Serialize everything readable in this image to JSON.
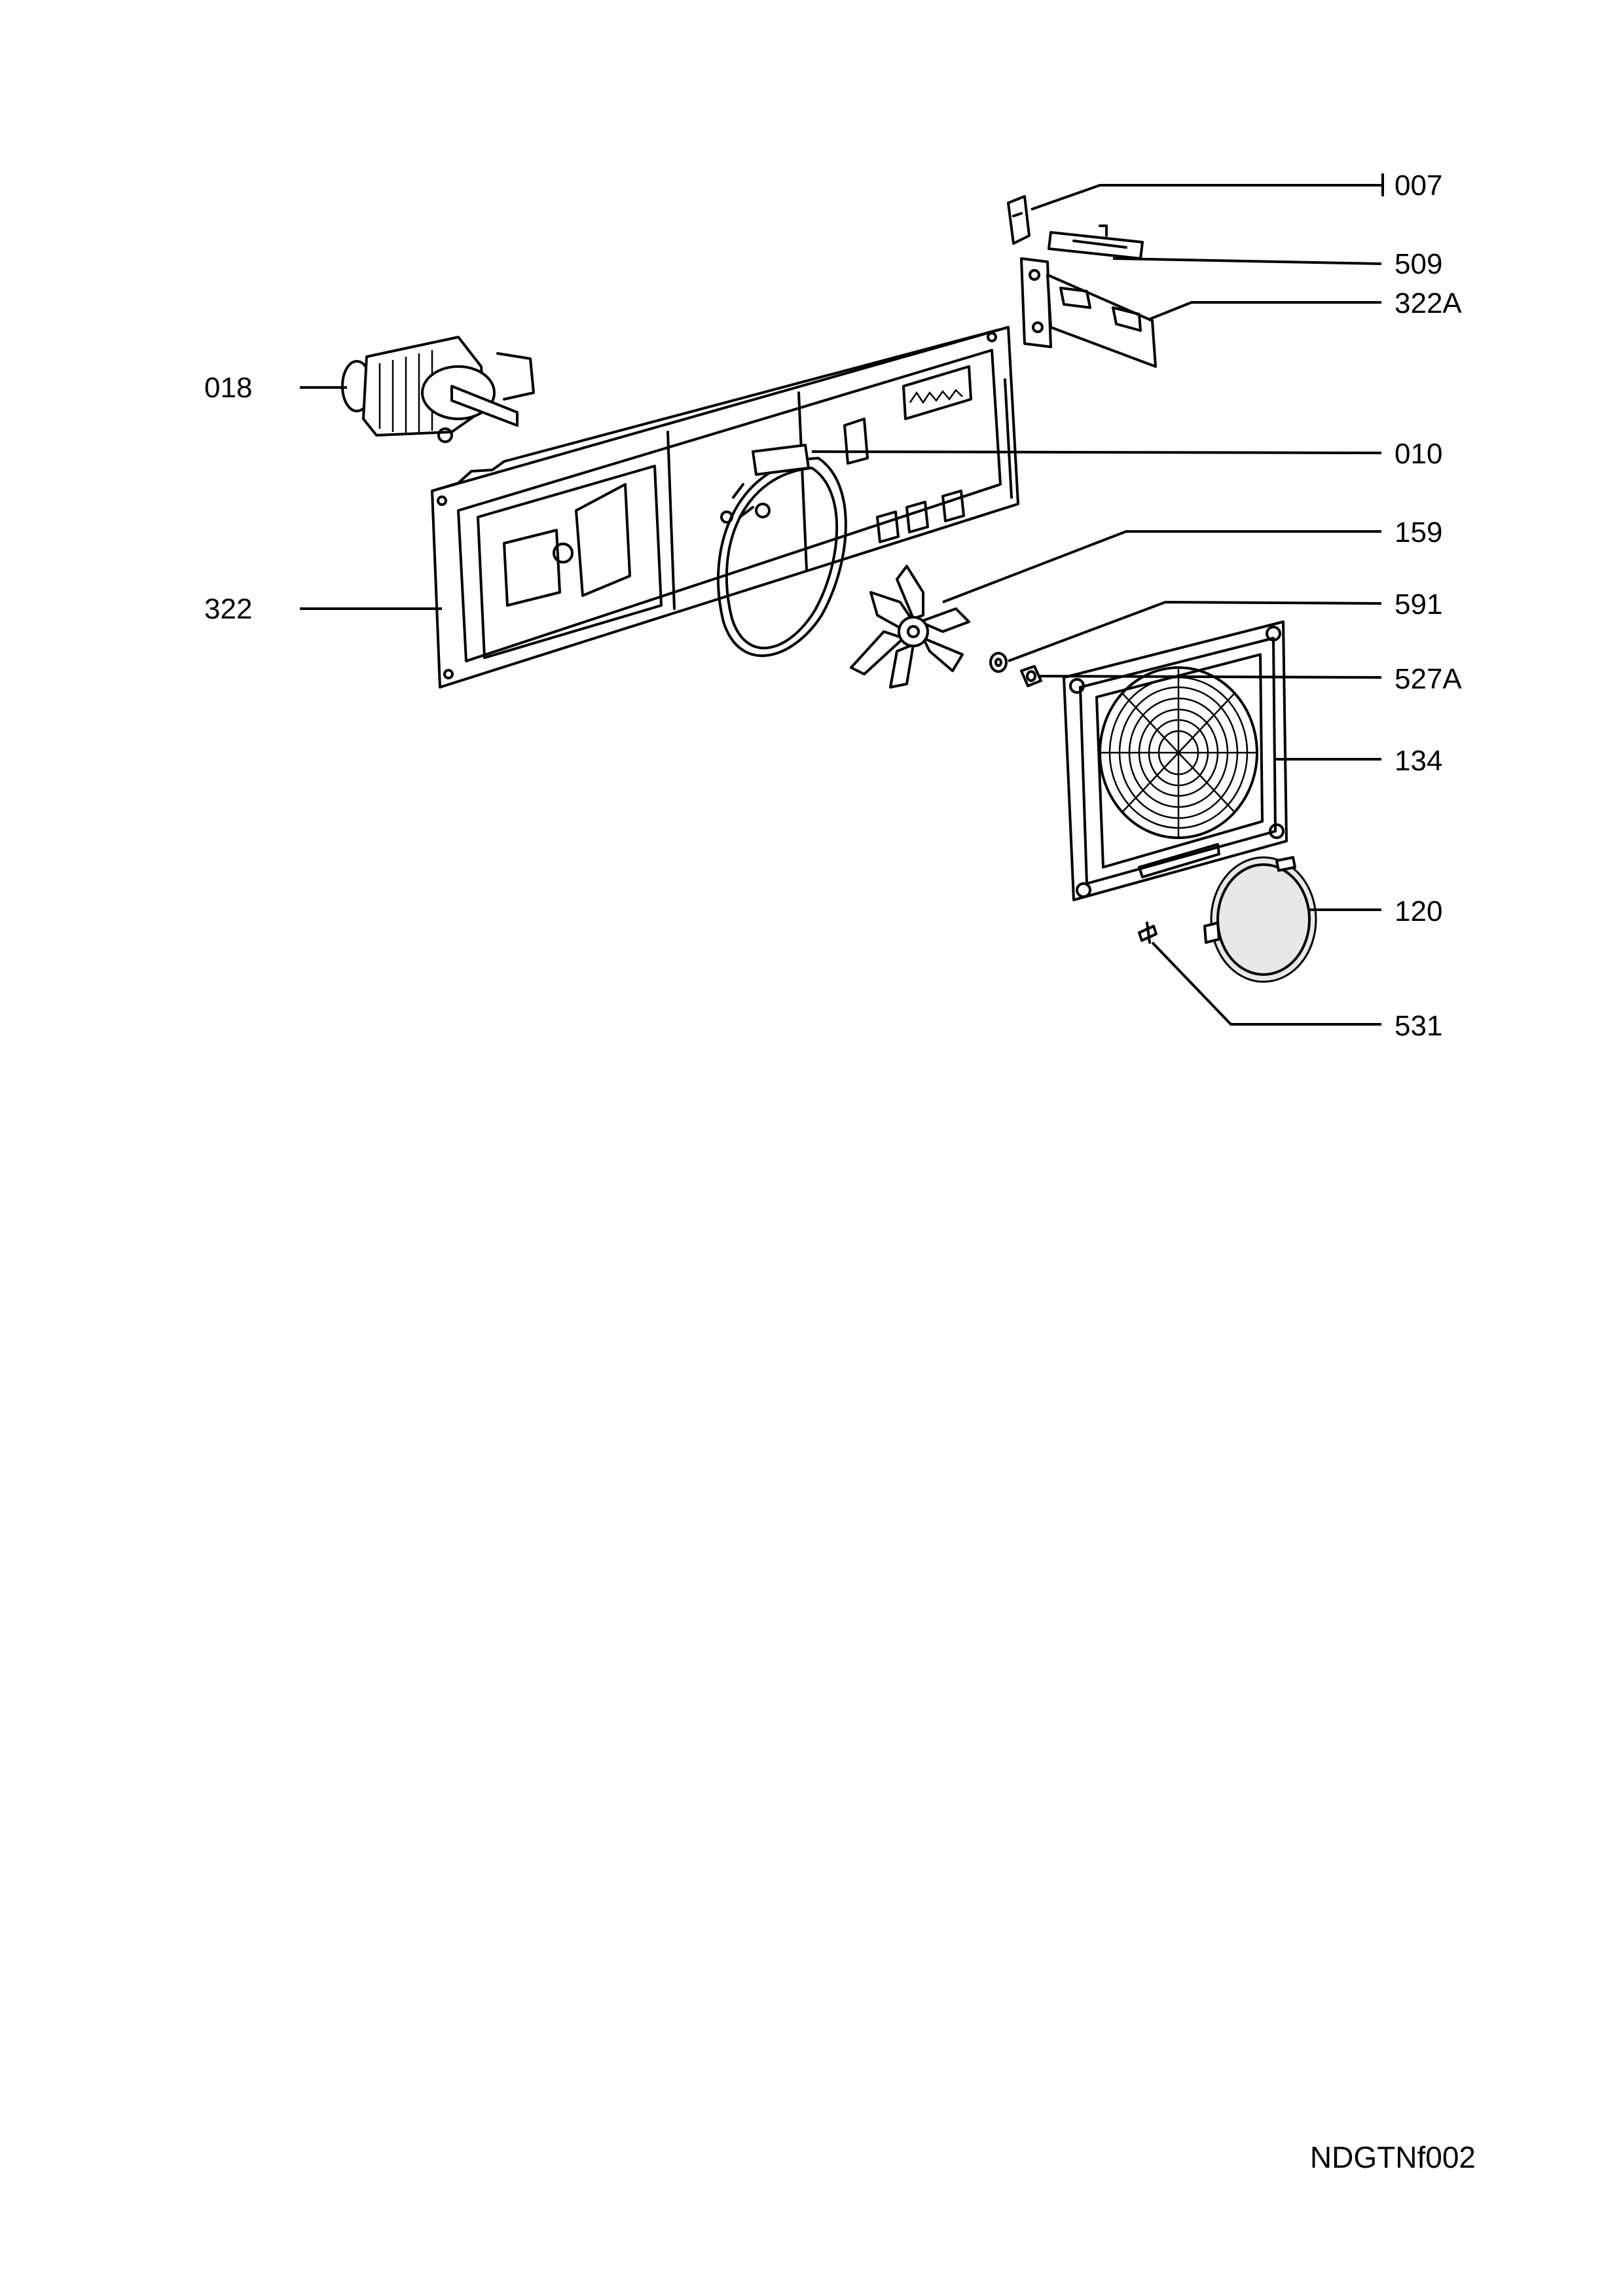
{
  "callouts": [
    {
      "id": "007",
      "label": "007"
    },
    {
      "id": "509",
      "label": "509"
    },
    {
      "id": "322A",
      "label": "322A"
    },
    {
      "id": "018",
      "label": "018"
    },
    {
      "id": "010",
      "label": "010"
    },
    {
      "id": "159",
      "label": "159"
    },
    {
      "id": "322",
      "label": "322"
    },
    {
      "id": "591",
      "label": "591"
    },
    {
      "id": "527A",
      "label": "527A"
    },
    {
      "id": "134",
      "label": "134"
    },
    {
      "id": "120",
      "label": "120"
    },
    {
      "id": "531",
      "label": "531"
    }
  ],
  "drawing_code": "NDGTNf002"
}
